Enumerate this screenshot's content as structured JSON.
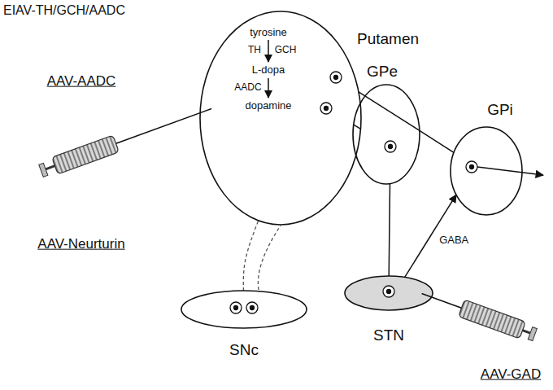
{
  "diagram": {
    "nodes": [
      {
        "text": [
          "Putamen"
        ]
      },
      {
        "text": [
          "GPe"
        ]
      },
      {
        "text": [
          "GPi"
        ]
      },
      {
        "text": [
          "SNc"
        ]
      },
      {
        "text": [
          "STN"
        ]
      }
    ],
    "edges": [
      {
        "from": 0,
        "to": 1,
        "arrow": "none"
      },
      {
        "from": 0,
        "to": 2,
        "arrow": "none"
      },
      {
        "from": 1,
        "to": 4,
        "arrow": "none"
      },
      {
        "from": 4,
        "to": 2,
        "label": "GABA",
        "arrow": "to"
      },
      {
        "from": 3,
        "to": 0,
        "arrow": "none"
      }
    ],
    "labels": [
      "EIAV-TH/GCH/AADC",
      "tyrosine",
      "TH",
      "GCH",
      "L-dopa",
      "AADC",
      "dopamine",
      "AAV-AADC",
      "AAV-Neurturin",
      "AAV-GAD"
    ]
  }
}
